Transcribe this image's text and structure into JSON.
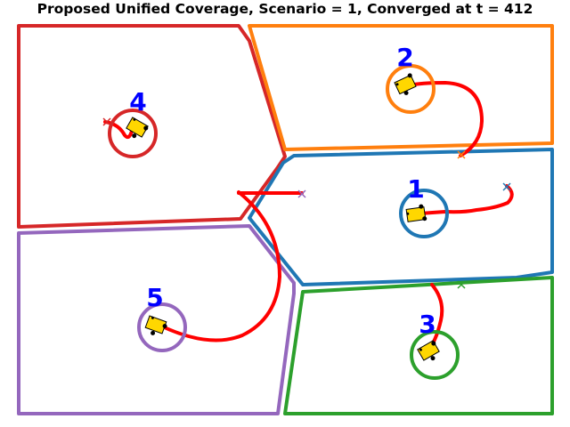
{
  "title": "Proposed Unified Coverage, Scenario = 1, Converged at t = 412",
  "colors": {
    "label": "#0000ff",
    "trajectory": "#ff0000",
    "robot_body": "#ffd700",
    "robot_wheel": "#000000",
    "region_1": "#1f77b4",
    "region_2": "#ff7f0e",
    "region_3": "#2ca02c",
    "region_4": "#d62728",
    "region_5": "#9467bd"
  },
  "robots": [
    {
      "id": "1",
      "label": "1",
      "start_marker": "x",
      "region_color": "#1f77b4"
    },
    {
      "id": "2",
      "label": "2",
      "start_marker": "x",
      "region_color": "#ff7f0e"
    },
    {
      "id": "3",
      "label": "3",
      "start_marker": "x",
      "region_color": "#2ca02c"
    },
    {
      "id": "4",
      "label": "4",
      "start_marker": "x",
      "region_color": "#d62728"
    },
    {
      "id": "5",
      "label": "5",
      "start_marker": "x",
      "region_color": "#9467bd"
    }
  ],
  "icons": {
    "robot": "robot-icon",
    "start": "start-cross-icon"
  }
}
